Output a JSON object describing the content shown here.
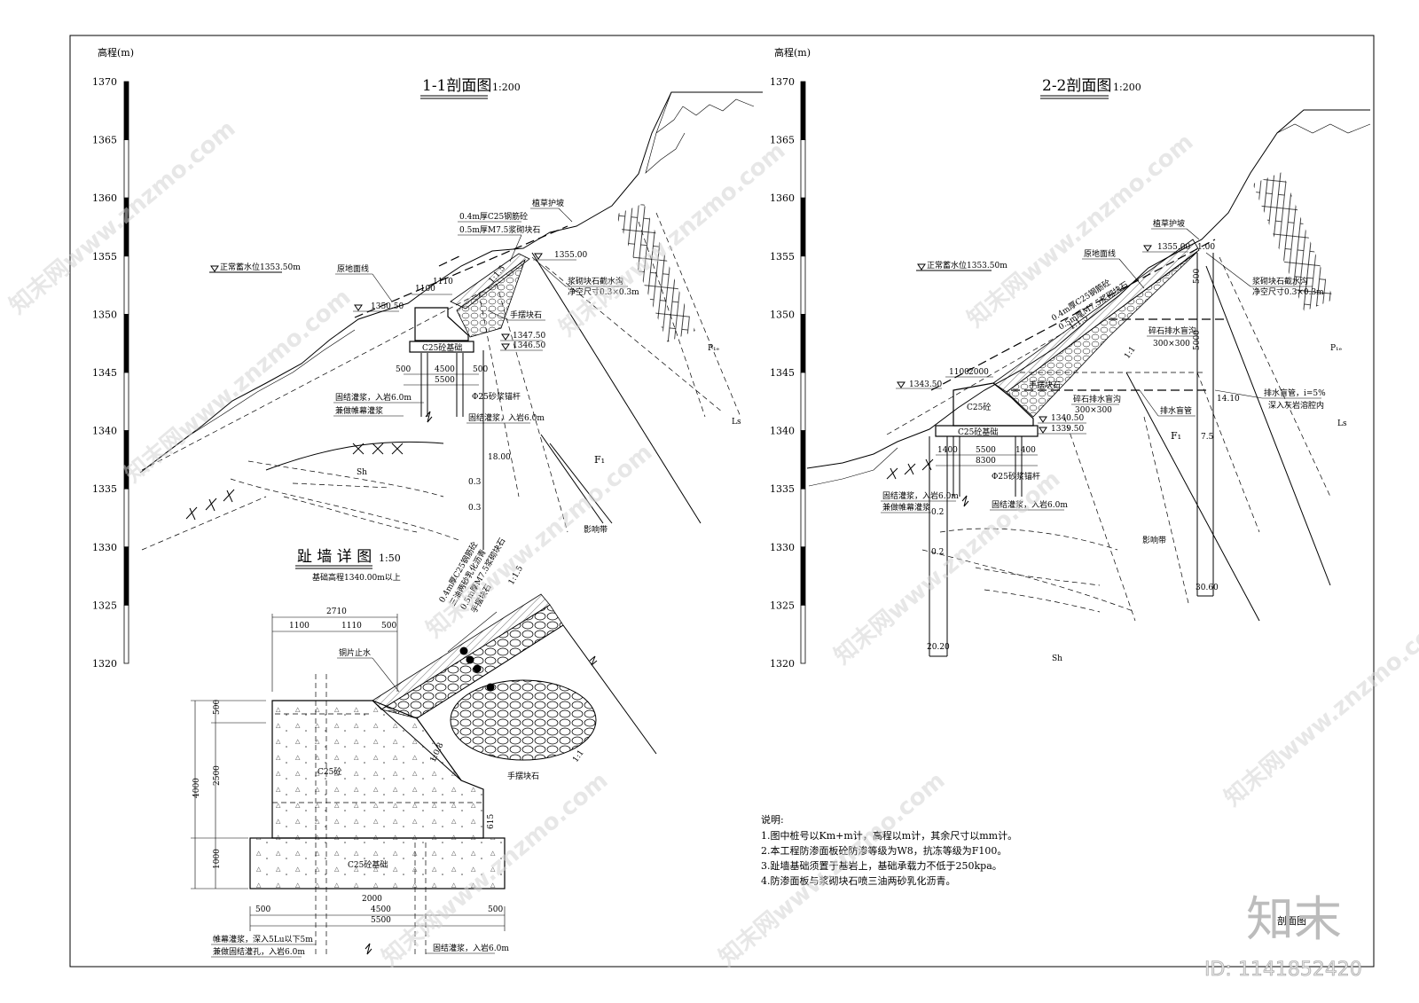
{
  "elevation_axis": {
    "label": "高程(m)",
    "ticks": [
      "1370",
      "1365",
      "1360",
      "1355",
      "1350",
      "1345",
      "1340",
      "1335",
      "1330",
      "1325",
      "1320"
    ]
  },
  "section_1": {
    "title": "1-1剖面图",
    "scale": "1:200",
    "labels": {
      "normal_water_level": "正常蓄水位1353.50m",
      "original_ground": "原地面线",
      "grass_slope": "植草护坡",
      "concrete_layer": "0.4m厚C25钢筋砼",
      "masonry_layer": "0.5m厚M7.5浆砌块石",
      "slope_ratio": "1:1.5",
      "elev_1355": "1355.00",
      "elev_1350": "1350.50",
      "ditch": "浆砌块石截水沟",
      "ditch_size": "净空尺寸0.3×0.3m",
      "hand_stone": "手摆块石",
      "base": "C25砼基础",
      "elev_1347": "1347.50",
      "elev_1346": "1346.50",
      "dim_1100": "1100",
      "dim_1110": "1110",
      "dim_500a": "500",
      "dim_4500": "4500",
      "dim_5500": "5500",
      "dim_500b": "500",
      "anchor": "Φ25砂浆锚杆",
      "grout_1": "固结灌浆，入岩6.0m",
      "curtain": "兼做帷幕灌浆",
      "grout_2": "固结灌浆，入岩6.0m",
      "depth_18": "18.00",
      "v03a": "0.3",
      "v03b": "0.3",
      "fault_f1": "F₁",
      "zone": "影响带",
      "rock_sh": "Sh"
    }
  },
  "section_2": {
    "title": "2-2剖面图",
    "scale": "1:200",
    "labels": {
      "normal_water_level": "正常蓄水位1353.50m",
      "original_ground": "原地面线",
      "grass_slope": "植草护坡",
      "elev_1355": "1355.00",
      "concrete_layer": "0.4m厚C25钢筋砼",
      "masonry_layer": "0.5m厚M7.5浆砌块石",
      "slope_ratio": "1:1.5",
      "ditch": "浆砌块石截水沟",
      "ditch_size": "净空尺寸0.3×0.3m",
      "v100": "1.00",
      "v500a": "500",
      "v500b": "5000",
      "gravel_drain": "碎石排水盲沟",
      "gravel_size": "300×300",
      "hand_stone": "手摆块石",
      "slope_11": "1:1",
      "gravel_drain_2": "碎石排水盲沟",
      "gravel_size_2": "300×300",
      "drain_pipe": "排水盲管",
      "drain_pipe_slope": "排水盲管，i=5%",
      "drain_pipe_note": "深入灰岩溶腔内",
      "depth_1410": "14.10",
      "elev_1343": "1343.50",
      "concrete": "C25砼",
      "dim_1100": "1100",
      "dim_2000": "2000",
      "base": "C25砼基础",
      "elev_1340": "1340.50",
      "elev_1339": "1339.50",
      "dim_1400a": "1400",
      "dim_5500": "5500",
      "dim_1400b": "1400",
      "dim_8300": "8300",
      "anchor": "Φ25砂浆锚杆",
      "grout_1": "固结灌浆，入岩6.0m",
      "curtain": "兼做帷幕灌浆",
      "grout_2": "固结灌浆，入岩6.0m",
      "fault_f1": "F₁",
      "zone": "影响带",
      "rock_ls": "Ls",
      "rock_sh": "Sh",
      "p_label": "P₁ₑ",
      "v_02a": "0.2",
      "v_02b": "0.2",
      "depth_2020": "20.20",
      "depth_3060": "30.60",
      "v_75": "7.5"
    }
  },
  "toe_wall": {
    "title": "趾 墙 详 图",
    "scale": "1:50",
    "subtitle": "基础高程1340.00m以上",
    "labels": {
      "dim_2710": "2710",
      "dim_1100": "1100",
      "dim_1110": "1110",
      "dim_500": "500",
      "concrete_layer": "0.4m厚C25钢筋砼",
      "emulsion": "三油两砂乳化沥青",
      "masonry_layer": "0.5m厚M7.5浆砌块石",
      "hand_stone_top": "手摆块石",
      "slope_ratio": "1:1.5",
      "copper_stop": "铜片止水",
      "c25": "C25砼",
      "slope_ratio_2": "1:0.8",
      "hand_stone": "手摆块石",
      "slope_11": "1:1",
      "v500": "500",
      "v2500": "2500",
      "v4000": "4000",
      "v1000": "1000",
      "v615": "615",
      "base": "C25砼基础",
      "dim_500a": "500",
      "dim_2000": "2000",
      "dim_4500": "4500",
      "dim_5500": "5500",
      "dim_500b": "500",
      "curtain_1": "帷幕灌浆，深入5Lu以下5m",
      "curtain_2": "兼做固结灌孔，入岩6.0m",
      "grout": "固结灌浆，入岩6.0m"
    }
  },
  "notes": {
    "heading": "说明:",
    "items": [
      "1.图中桩号以Km+m计，高程以m计，其余尺寸以mm计。",
      "2.本工程防渗面板砼防渗等级为W8，抗冻等级为F100。",
      "3.趾墙基础须置于基岩上，基础承载力不低于250kpa。",
      "4.防渗面板与浆砌块石喷三油两砂乳化沥青。"
    ]
  },
  "sheet": {
    "title": "剖面图",
    "brand": "知末",
    "id": "ID: 1141852420",
    "watermark": "知末网www.znzmo.com"
  }
}
